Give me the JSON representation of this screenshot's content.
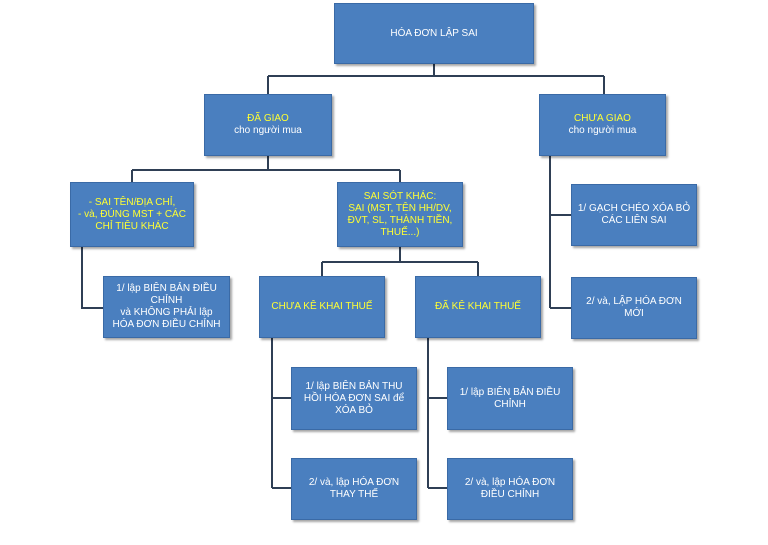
{
  "colors": {
    "box_fill": "#4a7fbf",
    "connector": "#2f3f55",
    "highlight_text": "#ffff33",
    "text": "#ffffff"
  },
  "nodes": {
    "root": {
      "lines": [
        "HÓA ĐƠN LẬP SAI"
      ]
    },
    "da_giao": {
      "title": "ĐÃ GIAO",
      "sub": "cho người mua"
    },
    "chua_giao": {
      "title": "CHƯA GIAO",
      "sub": "cho người mua"
    },
    "sai_ten": {
      "lines": [
        "- SAI TÊN/ĐỊA CHỈ,",
        "- và, ĐÚNG MST + CÁC",
        "CHỈ TIÊU KHÁC"
      ]
    },
    "sai_sot": {
      "lines": [
        "SAI SÓT KHÁC:",
        "SAI (MST, TÊN HH/DV,",
        "ĐVT, SL, THÀNH TIỀN,",
        "THUẾ...)"
      ]
    },
    "bien_ban_dc_left": {
      "lines": [
        "1/ lập BIÊN BẢN ĐIỀU",
        "CHỈNH",
        "và KHÔNG PHẢI lập",
        "HÓA ĐƠN ĐIỀU CHỈNH"
      ]
    },
    "chua_ke_khai": {
      "lines": [
        "CHƯA KÊ KHAI THUẾ"
      ]
    },
    "da_ke_khai": {
      "lines": [
        "ĐÃ KÊ KHAI THUẾ"
      ]
    },
    "gach_cheo": {
      "lines": [
        "1/ GẠCH CHÉO XÓA BỎ",
        "CÁC LIÊN SAI"
      ]
    },
    "lap_hd_moi": {
      "lines": [
        "2/ và, LẬP HÓA ĐƠN",
        "MỚI"
      ]
    },
    "bien_ban_thu_hoi": {
      "lines": [
        "1/ lập BIÊN BẢN THU",
        "HỒI HÓA ĐƠN SAI để",
        "XÓA BỎ"
      ]
    },
    "hd_thay_the": {
      "lines": [
        "2/ và, lập HÓA ĐƠN",
        "THAY THẾ"
      ]
    },
    "bien_ban_dc_right": {
      "lines": [
        "1/ lập BIÊN BẢN ĐIỀU",
        "CHỈNH"
      ]
    },
    "hd_dieu_chinh": {
      "lines": [
        "2/ và, lập HÓA ĐƠN",
        "ĐIỀU CHỈNH"
      ]
    }
  }
}
